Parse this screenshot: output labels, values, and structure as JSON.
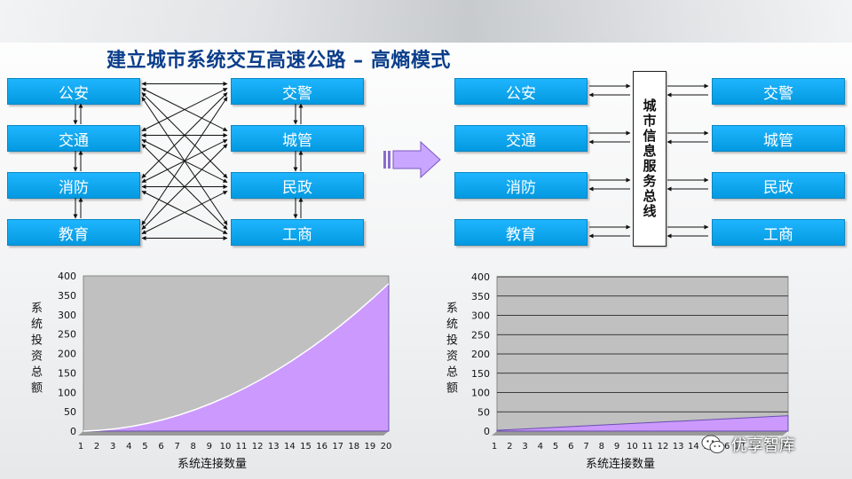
{
  "title": "建立城市系统交互高速公路 – 高熵模式",
  "left_nodes": [
    "公安",
    "交通",
    "消防",
    "教育"
  ],
  "right_nodes": [
    "交警",
    "城管",
    "民政",
    "工商"
  ],
  "bus_label": "城市信息服务总线",
  "watermark": "优享智库",
  "colors": {
    "box": "#049ae0",
    "area_fill": "#cc99ff",
    "plot_bg": "#c0c0c0",
    "title": "#0b3e8a"
  },
  "chart_data": [
    {
      "type": "area",
      "title": "",
      "xlabel": "系统连接数量",
      "ylabel": "系统投资总额",
      "x": [
        1,
        2,
        3,
        4,
        5,
        6,
        7,
        8,
        9,
        10,
        11,
        12,
        13,
        14,
        15,
        16,
        17,
        18,
        19,
        20
      ],
      "values": [
        0,
        2,
        6,
        12,
        20,
        30,
        42,
        56,
        72,
        90,
        110,
        132,
        156,
        182,
        210,
        240,
        272,
        306,
        342,
        380
      ],
      "ylim": [
        0,
        400
      ],
      "yticks": [
        0,
        50,
        100,
        150,
        200,
        250,
        300,
        350,
        400
      ],
      "grid": false
    },
    {
      "type": "area",
      "title": "",
      "xlabel": "系统连接数量",
      "ylabel": "系统投资总额",
      "x": [
        1,
        2,
        3,
        4,
        5,
        6,
        7,
        8,
        9,
        10,
        11,
        12,
        13,
        14,
        15,
        16,
        17,
        18,
        19,
        20
      ],
      "values": [
        2,
        4,
        6,
        8,
        10,
        12,
        14,
        16,
        18,
        20,
        22,
        24,
        26,
        28,
        30,
        32,
        34,
        36,
        38,
        40
      ],
      "ylim": [
        0,
        400
      ],
      "yticks": [
        0,
        50,
        100,
        150,
        200,
        250,
        300,
        350,
        400
      ],
      "grid": true
    }
  ]
}
